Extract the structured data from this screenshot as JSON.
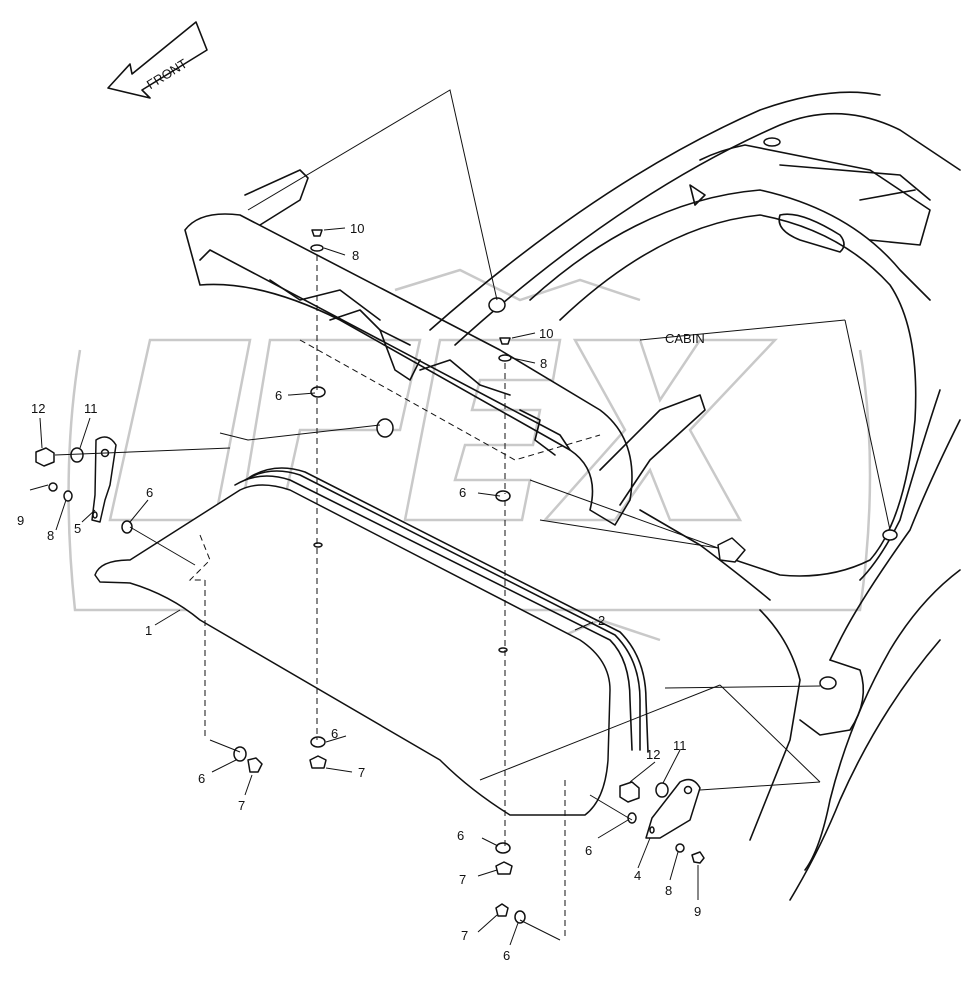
{
  "labels": {
    "front": "FRONT",
    "cabin": "CABIN",
    "callouts": [
      "1",
      "2",
      "4",
      "5",
      "6",
      "6",
      "6",
      "6",
      "6",
      "6",
      "6",
      "6",
      "7",
      "7",
      "7",
      "7",
      "8",
      "8",
      "8",
      "8",
      "9",
      "9",
      "10",
      "10",
      "11",
      "11",
      "12",
      "12"
    ]
  },
  "watermark": {
    "text": "OPEX",
    "color": "#c9c9c9"
  },
  "colors": {
    "line": "#111111",
    "background": "#ffffff"
  }
}
